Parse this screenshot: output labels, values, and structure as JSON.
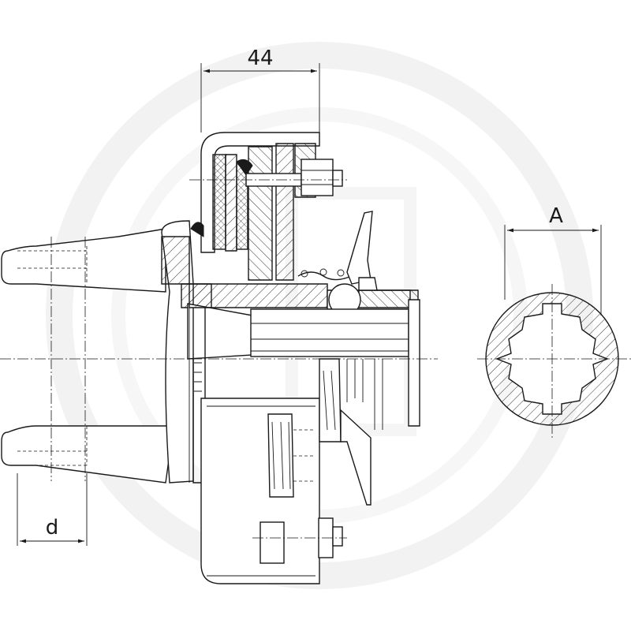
{
  "dimensions": {
    "width_label": "44",
    "spline_label": "A",
    "bore_label": "d"
  },
  "colors": {
    "line": "#1a1a1a",
    "watermark": "#f2f2f2",
    "background": "#ffffff"
  },
  "watermark": {
    "icon": "logo-ring-watermark"
  }
}
